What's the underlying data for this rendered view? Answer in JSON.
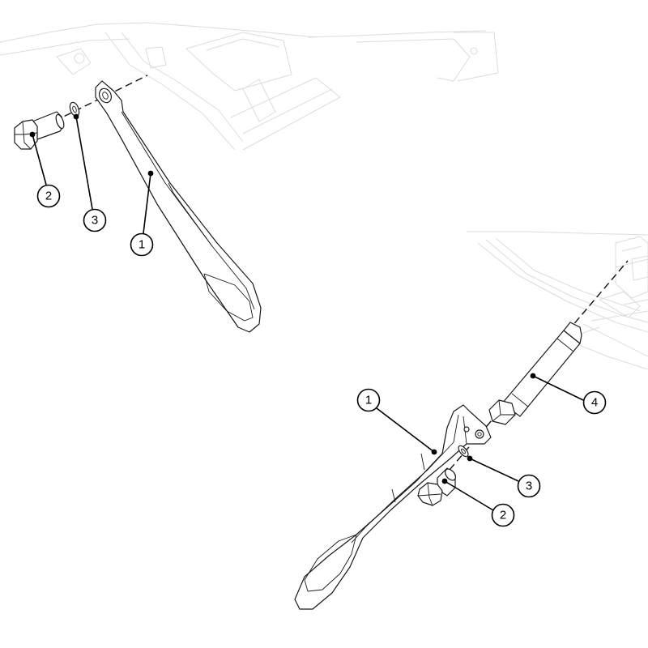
{
  "callouts": {
    "left": {
      "item_1": "1",
      "item_2": "2",
      "item_3": "3"
    },
    "right": {
      "item_1": "1",
      "item_2": "2",
      "item_3": "3",
      "item_4": "4"
    }
  }
}
